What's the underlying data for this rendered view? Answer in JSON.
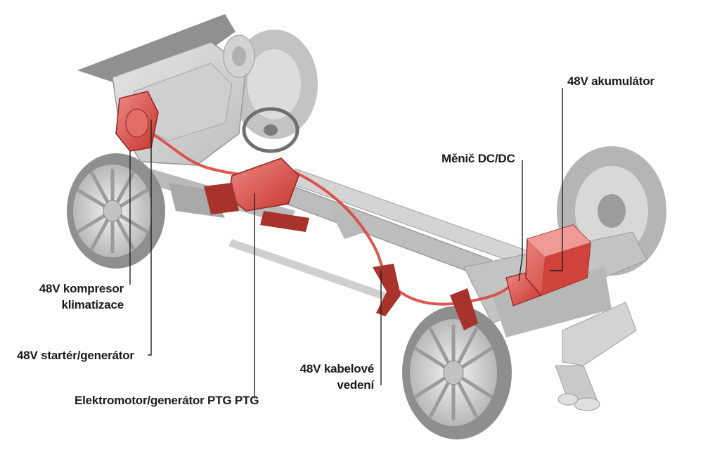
{
  "labels": {
    "akumulator": "48V akumulátor",
    "menic": "Měnič DC/DC",
    "kompresor": [
      "48V kompresor",
      "klimatizace"
    ],
    "startgen": "48V startér/generátor",
    "kabel": [
      "48V kabelové",
      "vedení"
    ],
    "ptg": "Elektromotor/generátor PTG PTG"
  },
  "colors": {
    "highlight": "#d9473f",
    "highlight_light": "#e88a86",
    "chassis": "#c9c9c9",
    "tire": "#9a9a9a",
    "leader": "#222222",
    "text": "#1a1a1a"
  }
}
